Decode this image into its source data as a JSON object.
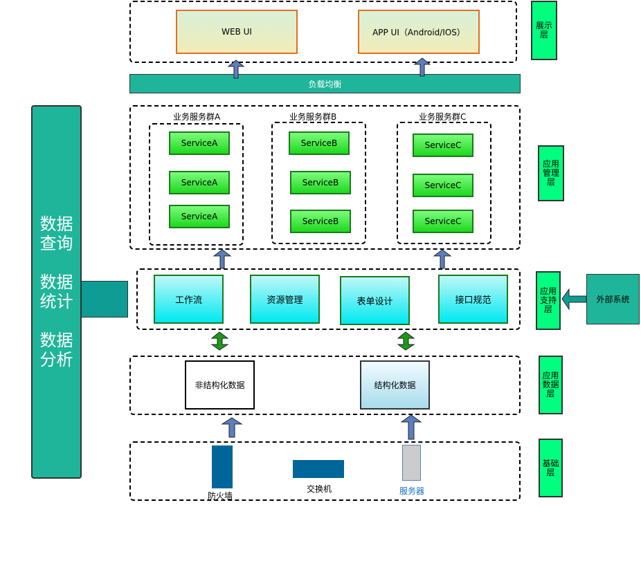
{
  "presentation": {
    "web_ui": "WEB UI",
    "app_ui": "APP UI（Android/IOS）"
  },
  "load_balancer": "负载均衡",
  "app_management": {
    "groups": [
      {
        "title": "业务服务群A",
        "services": [
          "ServiceA",
          "ServiceA",
          "ServiceA"
        ]
      },
      {
        "title": "业务服务群B",
        "services": [
          "ServiceB",
          "ServiceB",
          "ServiceB"
        ]
      },
      {
        "title": "业务服务群C",
        "services": [
          "ServiceC",
          "ServiceC",
          "ServiceC"
        ]
      }
    ]
  },
  "app_support": {
    "modules": [
      "工作流",
      "资源管理",
      "表单设计",
      "接口规范"
    ]
  },
  "external_system": "外部系统",
  "app_data": {
    "unstructured": "非结构化数据",
    "structured": "结构化数据"
  },
  "infrastructure": {
    "firewall": "防火墙",
    "switch": "交换机",
    "server": "服务器"
  },
  "layers": {
    "presentation": "展示\n层",
    "management": "应用\n管理\n层",
    "support": "应用\n支持\n层",
    "data": "应用\n数据\n层",
    "base": "基础\n层"
  },
  "data_panel": "数据\n查询\n\n数据\n统计\n\n数据\n分析",
  "colors": {
    "teal": "#1fb59a",
    "layer_green": "#00ff7f",
    "service_green": "#1ed81e",
    "support_cyan": "#00e8f0",
    "arrow_blue": "#5b7fbf",
    "arrow_green": "#1a9a1a",
    "infra_blue": "#006699",
    "server_gray": "#cccccc"
  }
}
